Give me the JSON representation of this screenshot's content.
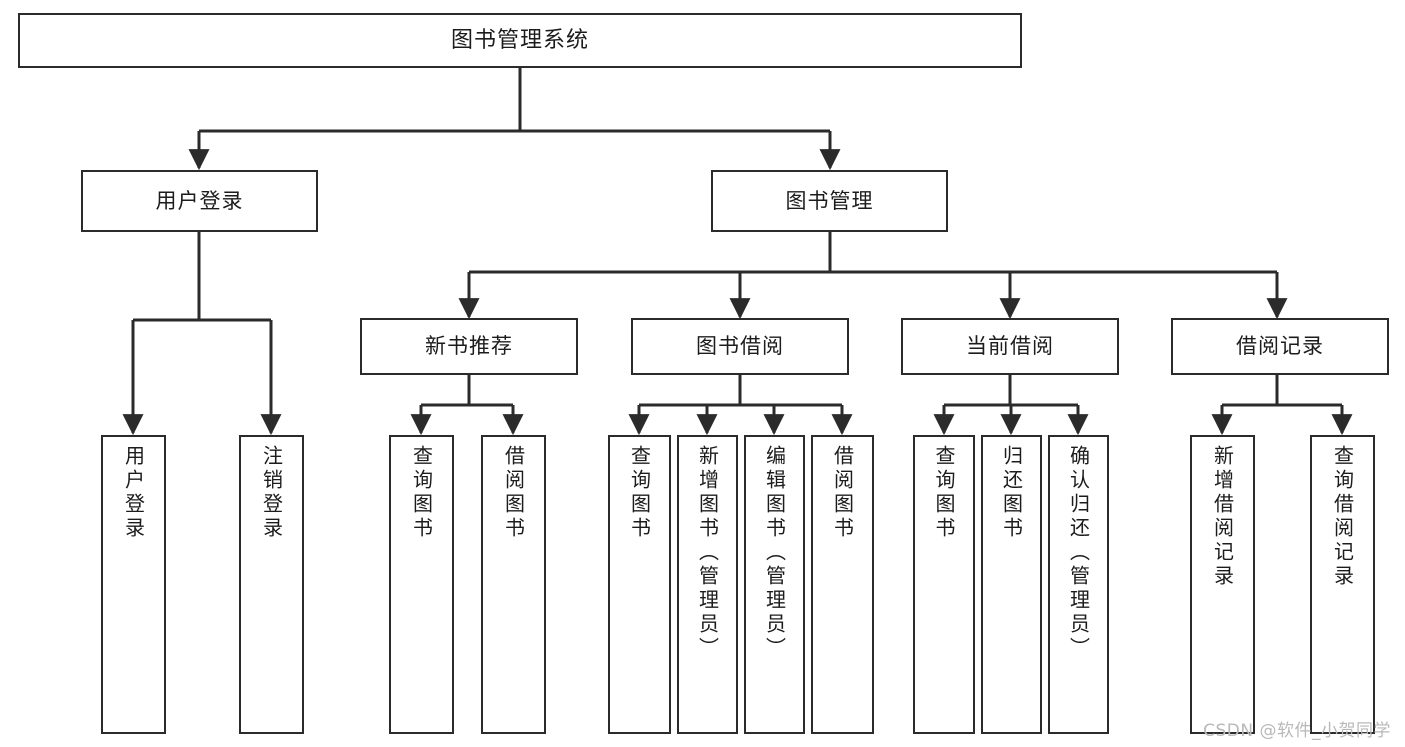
{
  "diagram": {
    "type": "tree-hierarchy",
    "title": "图书管理系统",
    "watermark": "CSDN @软件_小贺同学",
    "colors": {
      "box_border": "#2b2b2b",
      "box_fill": "#ffffff",
      "edge": "#2b2b2b",
      "text": "#1c1c1c",
      "watermark": "#b9b9b9",
      "background": "#ffffff"
    },
    "nodes": [
      {
        "id": "root",
        "label": "图书管理系统",
        "level": 0,
        "orientation": "horizontal"
      },
      {
        "id": "login",
        "label": "用户登录",
        "level": 1,
        "orientation": "horizontal"
      },
      {
        "id": "bookmgmt",
        "label": "图书管理",
        "level": 1,
        "orientation": "horizontal"
      },
      {
        "id": "newrec",
        "label": "新书推荐",
        "level": 2,
        "orientation": "horizontal"
      },
      {
        "id": "borrow",
        "label": "图书借阅",
        "level": 2,
        "orientation": "horizontal"
      },
      {
        "id": "current",
        "label": "当前借阅",
        "level": 2,
        "orientation": "horizontal"
      },
      {
        "id": "records",
        "label": "借阅记录",
        "level": 2,
        "orientation": "horizontal"
      },
      {
        "id": "leaf1",
        "label": "用户登录",
        "level": 3,
        "orientation": "vertical",
        "parent": "login"
      },
      {
        "id": "leaf2",
        "label": "注销登录",
        "level": 3,
        "orientation": "vertical",
        "parent": "login"
      },
      {
        "id": "leaf3",
        "label": "查询图书",
        "level": 3,
        "orientation": "vertical",
        "parent": "newrec"
      },
      {
        "id": "leaf4",
        "label": "借阅图书",
        "level": 3,
        "orientation": "vertical",
        "parent": "newrec"
      },
      {
        "id": "leaf5",
        "label": "查询图书",
        "level": 3,
        "orientation": "vertical",
        "parent": "borrow"
      },
      {
        "id": "leaf6",
        "label": "新增图书（管理员）",
        "level": 3,
        "orientation": "vertical",
        "parent": "borrow"
      },
      {
        "id": "leaf7",
        "label": "编辑图书（管理员）",
        "level": 3,
        "orientation": "vertical",
        "parent": "borrow"
      },
      {
        "id": "leaf8",
        "label": "借阅图书",
        "level": 3,
        "orientation": "vertical",
        "parent": "borrow"
      },
      {
        "id": "leaf9",
        "label": "查询图书",
        "level": 3,
        "orientation": "vertical",
        "parent": "current"
      },
      {
        "id": "leaf10",
        "label": "归还图书",
        "level": 3,
        "orientation": "vertical",
        "parent": "current"
      },
      {
        "id": "leaf11",
        "label": "确认归还（管理员）",
        "level": 3,
        "orientation": "vertical",
        "parent": "current"
      },
      {
        "id": "leaf12",
        "label": "新增借阅记录",
        "level": 3,
        "orientation": "vertical",
        "parent": "records"
      },
      {
        "id": "leaf13",
        "label": "查询借阅记录",
        "level": 3,
        "orientation": "vertical",
        "parent": "records"
      }
    ]
  }
}
